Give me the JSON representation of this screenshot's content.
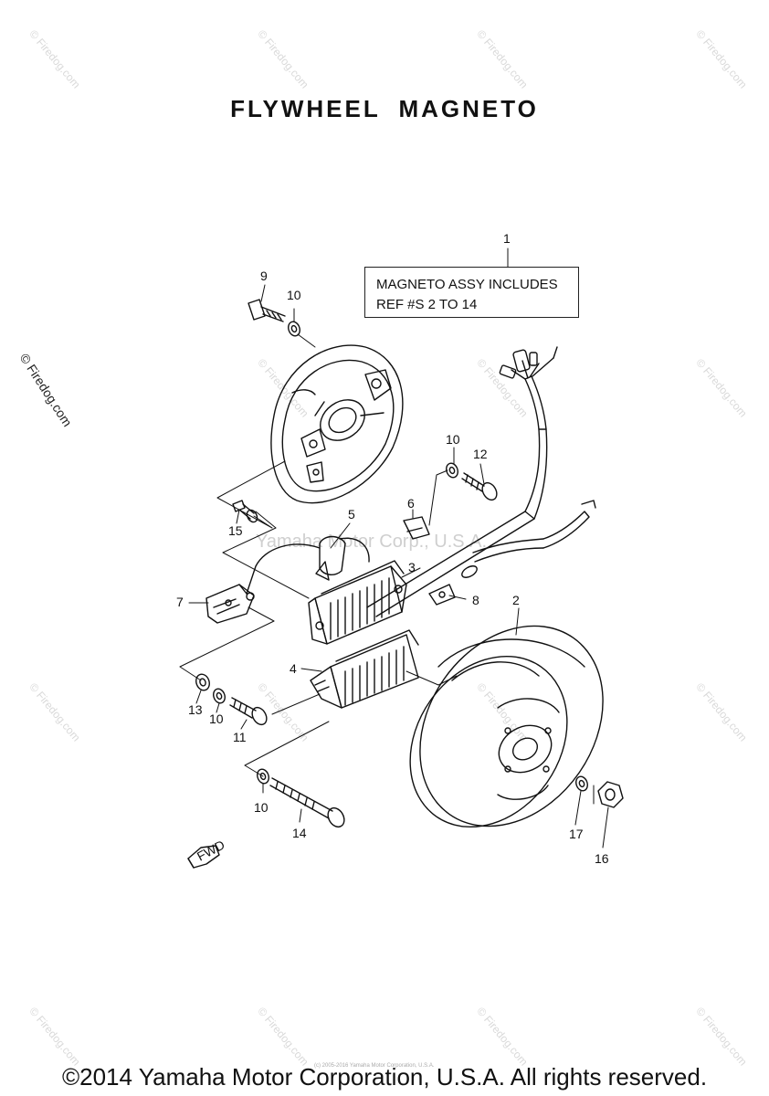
{
  "title": "FLYWHEEL   MAGNETO",
  "note": {
    "line1": "MAGNETO ASSY INCLUDES",
    "line2": "REF #S  2 TO 14"
  },
  "callouts": [
    "1",
    "2",
    "3",
    "4",
    "5",
    "6",
    "7",
    "8",
    "9",
    "10",
    "10",
    "10",
    "10",
    "11",
    "12",
    "13",
    "14",
    "15",
    "16",
    "17"
  ],
  "fwd_label": "FWD",
  "watermark_text": "© Firedog.com",
  "watermark_center": "Yamaha Motor Corp., U.S.A.",
  "small_copyright": "(c) 2005-2016 Yamaha Motor Corporation, U.S.A.",
  "footer": "©2014 Yamaha Motor Corporation, U.S.A. All rights reserved."
}
